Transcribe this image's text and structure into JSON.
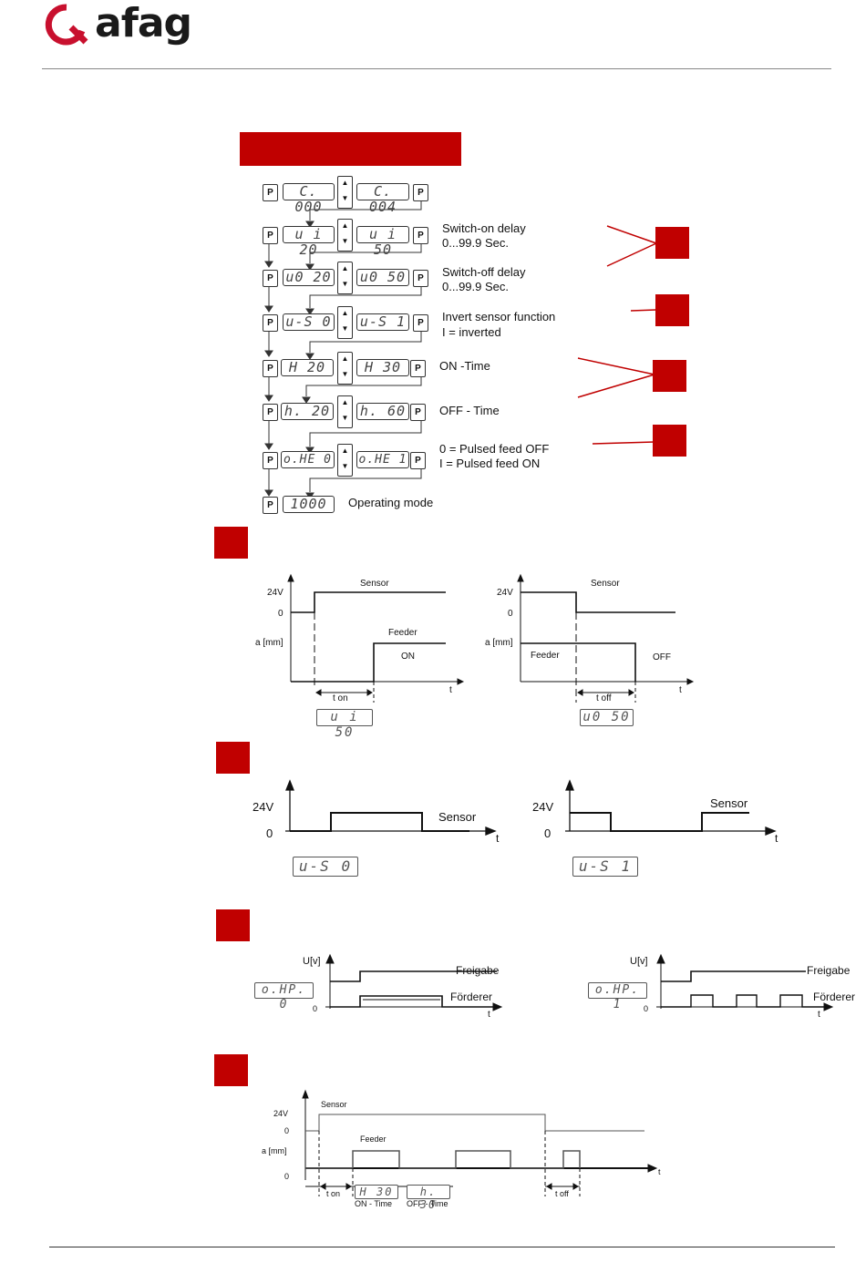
{
  "header": {
    "brand": "afag"
  },
  "menu": {
    "rows": [
      {
        "left": "C. 000",
        "right": "C. 004"
      },
      {
        "left": "u i 20",
        "right": "u i 50",
        "label1": "Switch-on delay",
        "label2": "0...99.9 Sec."
      },
      {
        "left": "u0 20",
        "right": "u0 50",
        "label1": "Switch-off delay",
        "label2": "0...99.9 Sec."
      },
      {
        "left": "u-S 0",
        "right": "u-S 1",
        "label1": "Invert sensor function",
        "label2": "I = inverted"
      },
      {
        "left": "H 20",
        "right": "H 30",
        "label1": "ON -Time",
        "label2": ""
      },
      {
        "left": "h. 20",
        "right": "h. 60",
        "label1": "OFF - Time",
        "label2": ""
      },
      {
        "left": "o.HE 0",
        "right": "o.HE 1",
        "label1": "0 = Pulsed feed OFF",
        "label2": "I = Pulsed feed ON"
      },
      {
        "left": "1000",
        "right": "",
        "label1": "Operating mode",
        "label2": ""
      }
    ],
    "p_label": "P"
  },
  "diagram1": {
    "left": {
      "v24": "24V",
      "zero": "0",
      "amm": "a [mm]",
      "sensor": "Sensor",
      "feeder": "Feeder",
      "state": "ON",
      "t": "t",
      "tlabel": "t on",
      "display": "u i 50"
    },
    "right": {
      "v24": "24V",
      "zero": "0",
      "amm": "a [mm]",
      "sensor": "Sensor",
      "feeder": "Feeder",
      "state": "OFF",
      "t": "t",
      "tlabel": "t off",
      "display": "u0 50"
    }
  },
  "diagram2": {
    "left": {
      "v24": "24V",
      "zero": "0",
      "sensor": "Sensor",
      "t": "t",
      "display": "u-S 0"
    },
    "right": {
      "v24": "24V",
      "zero": "0",
      "sensor": "Sensor",
      "t": "t",
      "display": "u-S 1"
    }
  },
  "diagram3": {
    "left": {
      "uv": "U[v]",
      "zero": "0",
      "freigabe": "Freigabe",
      "foerderer": "Förderer",
      "t": "t",
      "display": "o.HP. 0"
    },
    "right": {
      "uv": "U[v]",
      "zero": "0",
      "freigabe": "Freigabe",
      "foerderer": "Förderer",
      "t": "t",
      "display": "o.HP. 1"
    }
  },
  "diagram4": {
    "sensor": "Sensor",
    "v24": "24V",
    "zero": "0",
    "amm": "a [mm]",
    "zero2": "0",
    "feeder": "Feeder",
    "t": "t",
    "ton": "t on",
    "toff": "t off",
    "on_display": "H 30",
    "off_display": "h. 30",
    "on_time": "ON - Time",
    "off_time": "OFF - Time"
  },
  "colors": {
    "accent": "#c00000"
  }
}
